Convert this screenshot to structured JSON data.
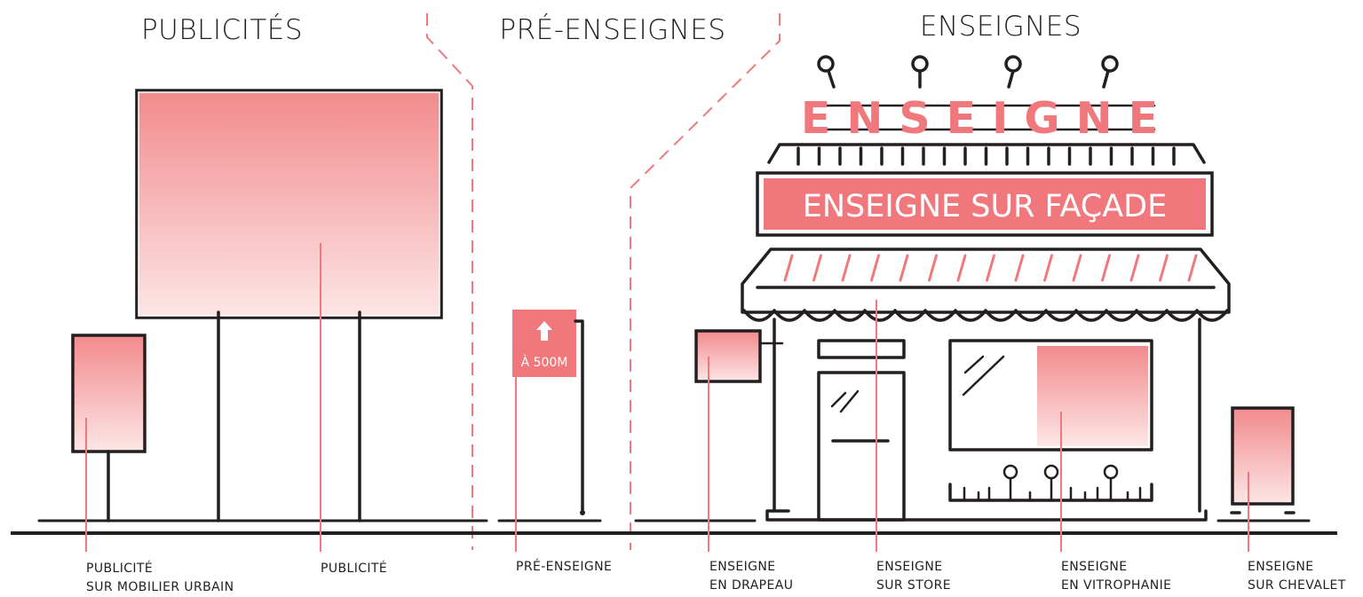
{
  "sections": {
    "publicites": "PUBLICITÉS",
    "pre_enseignes": "PRÉ-ENSEIGNES",
    "enseignes": "ENSEIGNES"
  },
  "signs": {
    "rooftop": "ENSEIGNE",
    "facade": "ENSEIGNE SUR FAÇADE",
    "pre_enseigne_panel": "À 500M"
  },
  "captions": {
    "mobilier_urbain": {
      "line1": "PUBLICITÉ",
      "line2": "SUR MOBILIER URBAIN"
    },
    "publicite": {
      "line1": "PUBLICITÉ"
    },
    "pre_enseigne": {
      "line1": "PRÉ-ENSEIGNE"
    },
    "drapeau": {
      "line1": "ENSEIGNE",
      "line2": "EN DRAPEAU"
    },
    "store": {
      "line1": "ENSEIGNE",
      "line2": "SUR STORE"
    },
    "vitrophanie": {
      "line1": "ENSEIGNE",
      "line2": "EN VITROPHANIE"
    },
    "chevalet": {
      "line1": "ENSEIGNE",
      "line2": "SUR CHEVALET"
    }
  },
  "icons": {
    "panel_arrow": "arrow-up-icon",
    "bulb": "light-bulb-icon",
    "flower": "flower-icon"
  },
  "colors": {
    "accent": "#f0787c",
    "accent_light": "#fce3e4",
    "ink": "#231f20"
  }
}
